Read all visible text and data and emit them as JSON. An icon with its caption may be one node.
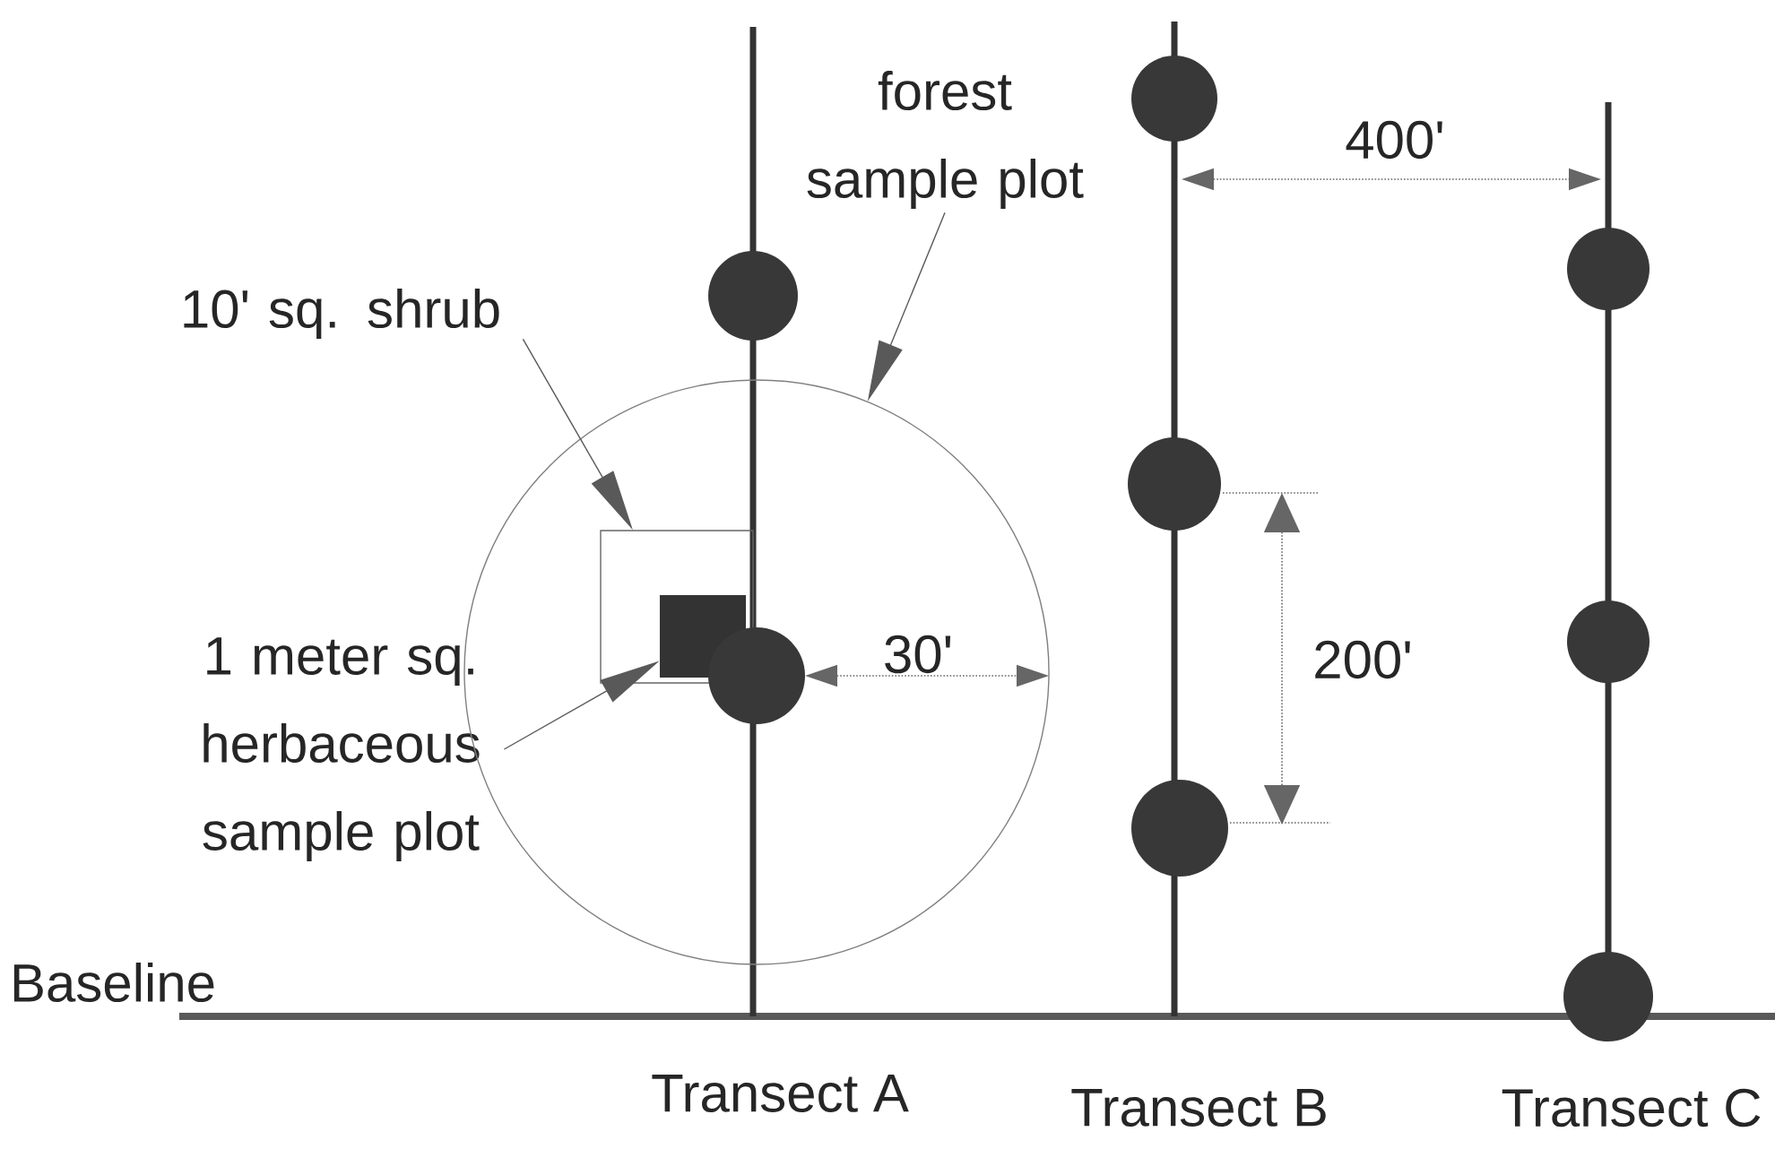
{
  "diagram": {
    "nodes": [
      {
        "text": [
          "10' sq. shrub"
        ]
      },
      {
        "text": [],
        "shape": "box",
        "in": 5
      },
      {
        "text": [
          "1 meter sq. herbaceous sample plot"
        ]
      },
      {
        "text": [],
        "shape": "box",
        "in": 1
      },
      {
        "text": [
          "forest sample plot"
        ]
      },
      {
        "text": [],
        "shape": "circle"
      }
    ],
    "edges": [
      {
        "from": 0,
        "to": 1,
        "arrow": "to"
      },
      {
        "from": 2,
        "to": 3,
        "arrow": "to"
      },
      {
        "from": 4,
        "to": 5,
        "arrow": "to"
      }
    ],
    "labels": [
      "400'",
      "30'",
      "200'",
      "Baseline",
      "Transect A",
      "Transect B",
      "Transect C"
    ]
  }
}
